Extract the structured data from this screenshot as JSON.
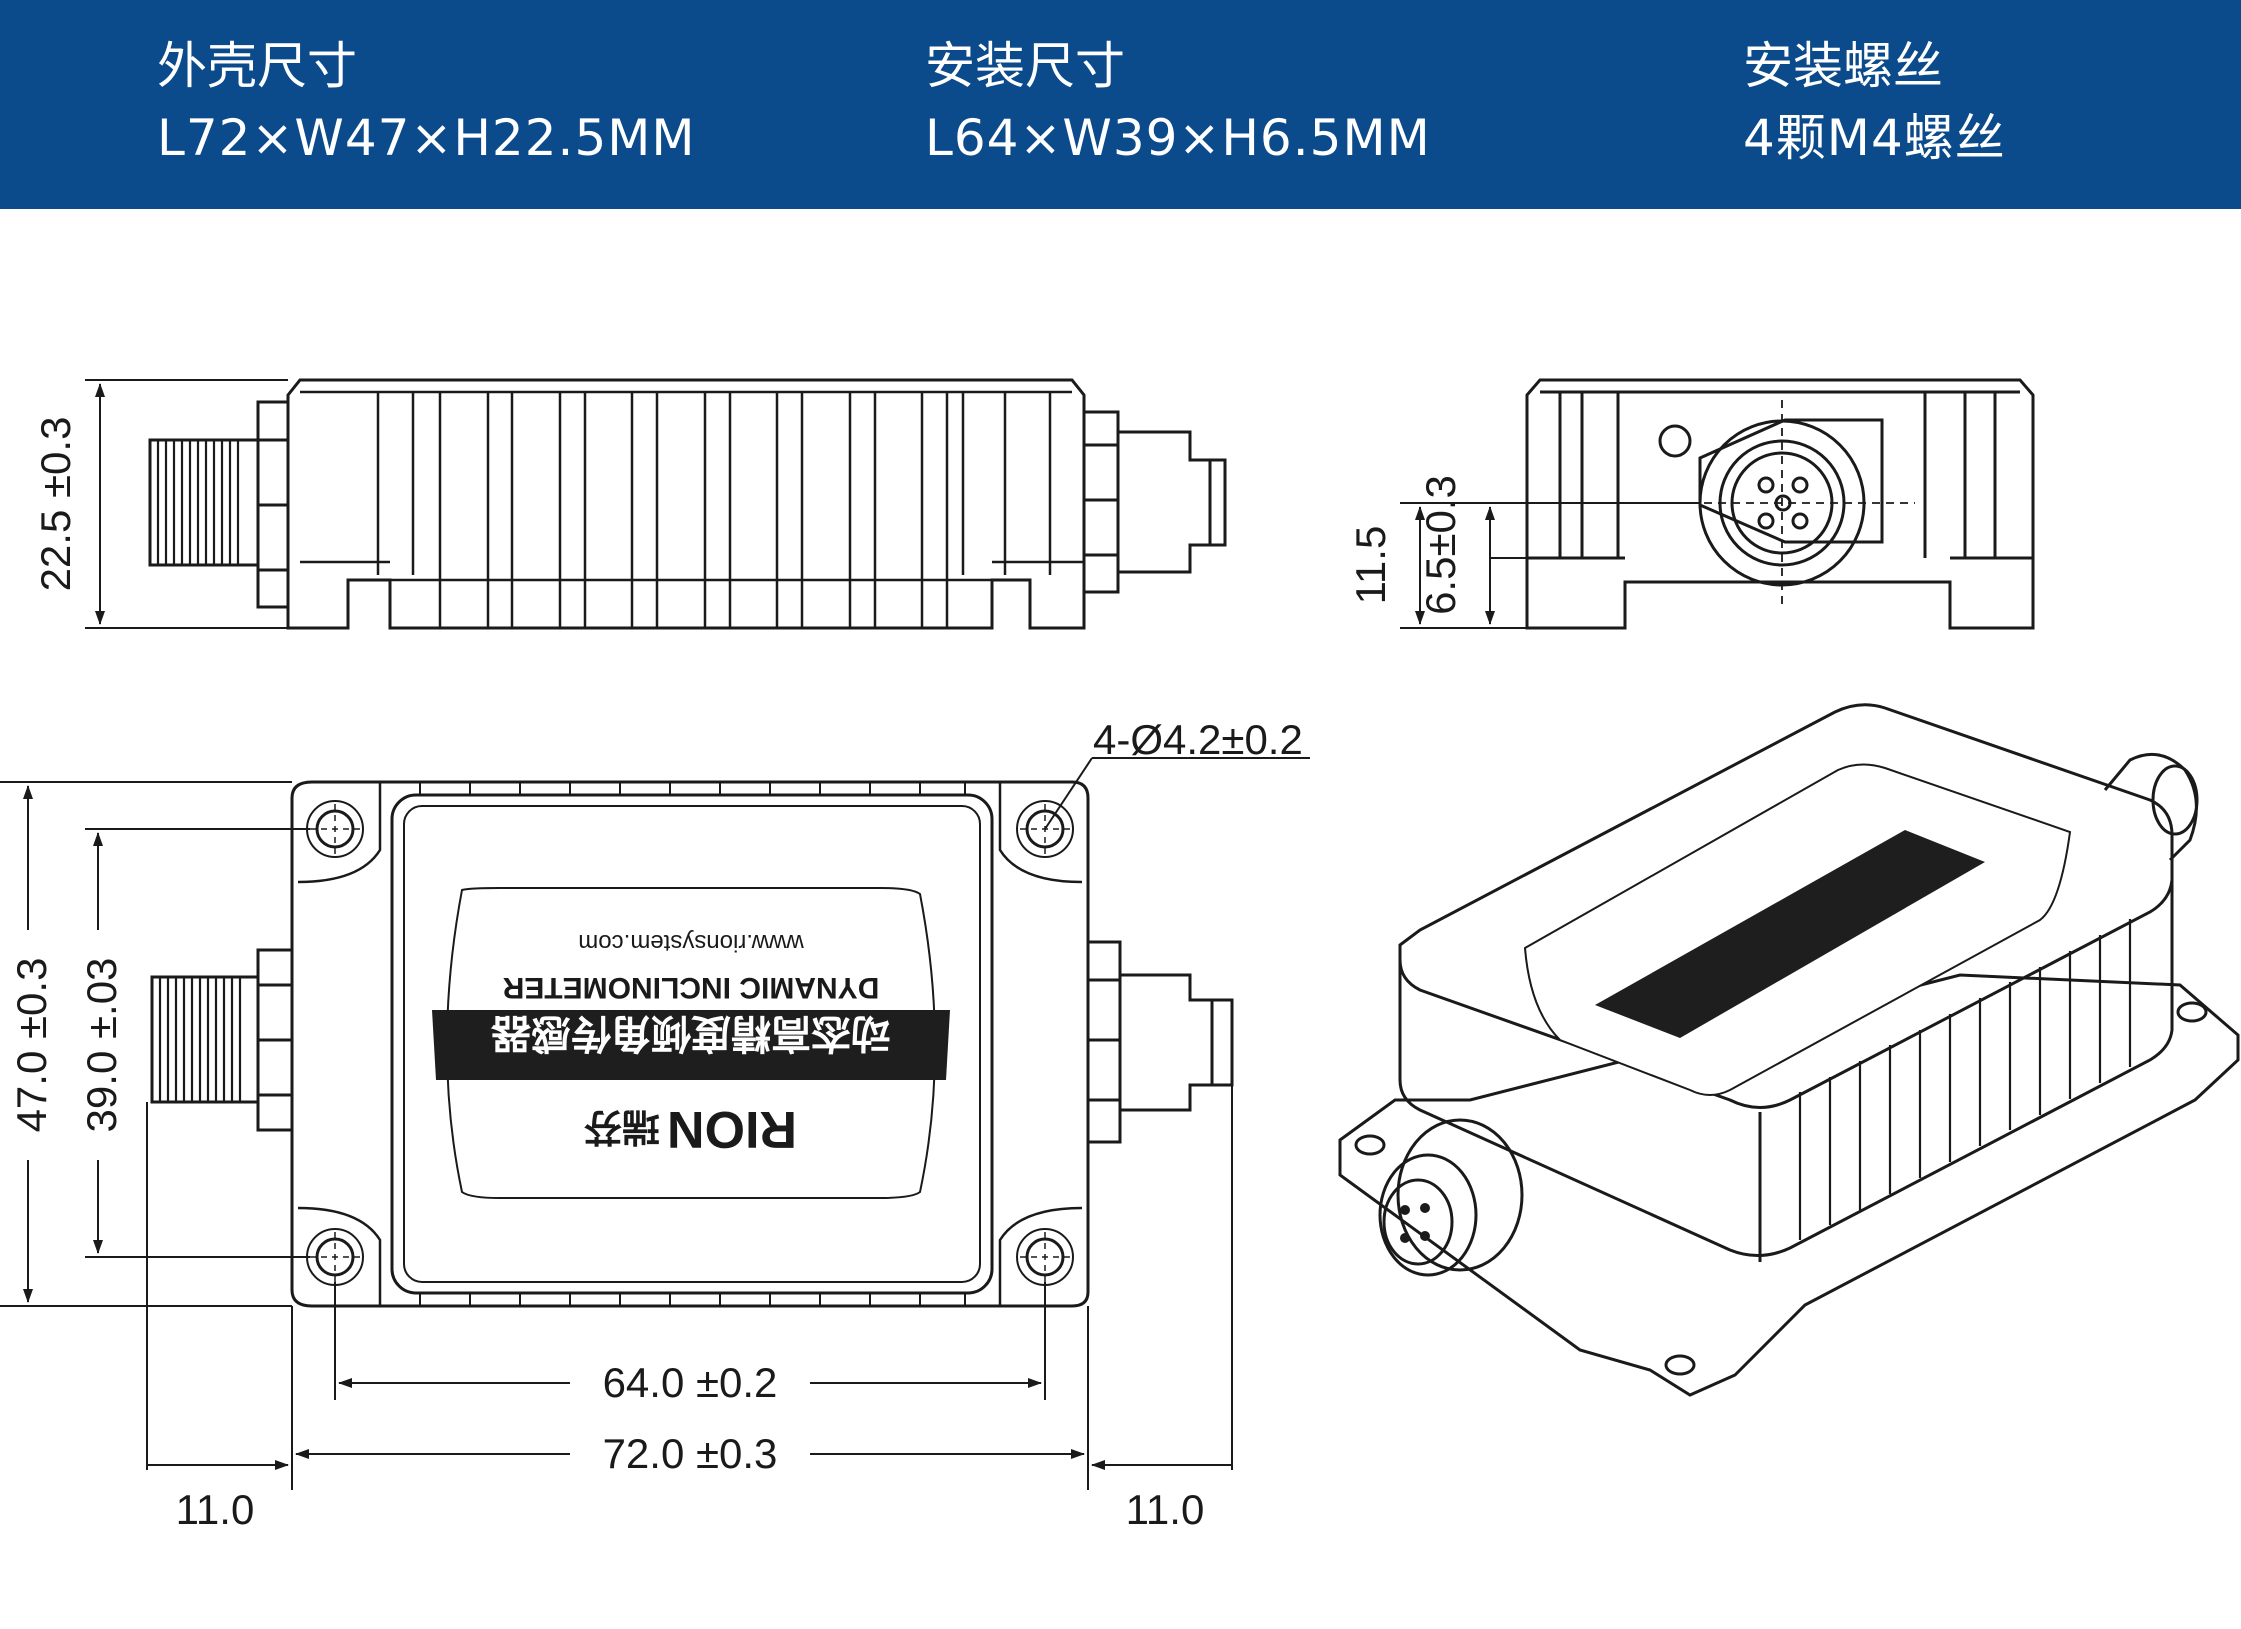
{
  "colors": {
    "banner": "#0b4a8b",
    "banner_text": "#ffffff",
    "line": "#1a1a1a"
  },
  "specs": [
    {
      "label": "外壳尺寸",
      "value": "L72×W47×H22.5MM"
    },
    {
      "label": "安装尺寸",
      "value": "L64×W39×H6.5MM"
    },
    {
      "label": "安装螺丝",
      "value": "4颗M4螺丝"
    }
  ],
  "side_view": {
    "height_dim": "22.5 ±0.3"
  },
  "end_view": {
    "total_dim": "11.5",
    "flange_dim": "6.5±0.3"
  },
  "top_view": {
    "hole_callout": "4-Ø4.2±0.2",
    "width_total": "47.0 ±0.3",
    "width_holes": "39.0 ±.03",
    "length_holes": "64.0 ±0.2",
    "length_total": "72.0 ±0.3",
    "connector_left": "11.0",
    "connector_right": "11.0"
  },
  "label_plate": {
    "url": "www.rionsystem.com",
    "product_en": "DYNAMIC  INCLINOMETER",
    "product_cn": "动态高精度倾角传感器",
    "brand_latin": "RION",
    "brand_cn": "瑞芬"
  }
}
